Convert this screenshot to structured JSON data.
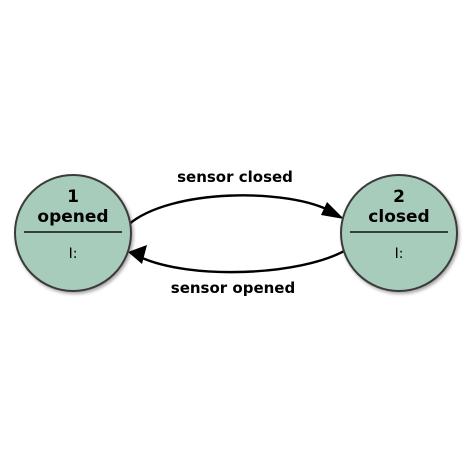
{
  "states": [
    {
      "number": "1",
      "name": "opened",
      "action": "I:"
    },
    {
      "number": "2",
      "name": "closed",
      "action": "I:"
    }
  ],
  "transitions": [
    {
      "from": "1",
      "to": "2",
      "label": "sensor closed"
    },
    {
      "from": "2",
      "to": "1",
      "label": "sensor opened"
    }
  ],
  "colors": {
    "state_fill": "#a7ccbb",
    "state_stroke": "#3b3b3b",
    "edge": "#000000"
  }
}
